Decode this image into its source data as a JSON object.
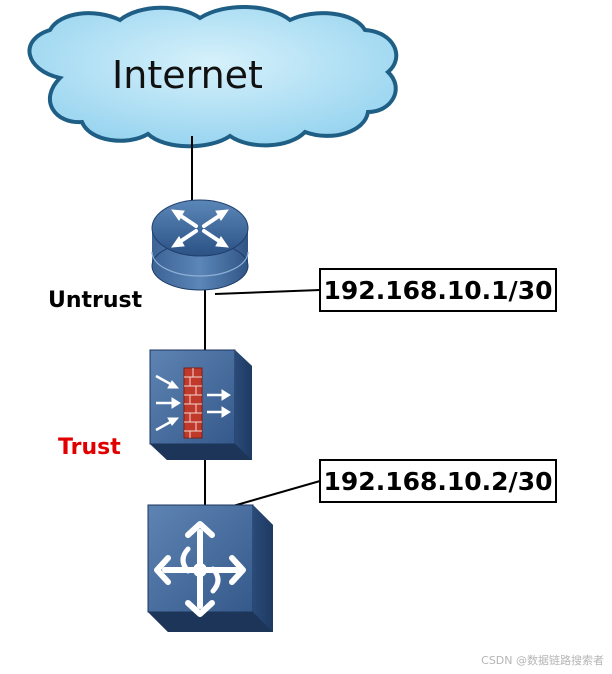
{
  "cloud": {
    "label": "Internet",
    "fill_color": "#a9ddf3",
    "stroke_color": "#1f5f86"
  },
  "router": {
    "icon": "router-icon"
  },
  "firewall": {
    "icon": "firewall-icon"
  },
  "switch": {
    "icon": "switch-icon"
  },
  "zones": {
    "untrust": {
      "label": "Untrust",
      "color": "#000000"
    },
    "trust": {
      "label": "Trust",
      "color": "#e00000"
    }
  },
  "interfaces": {
    "router_ip": "192.168.10.1/30",
    "firewall_ip": "192.168.10.2/30"
  },
  "watermark": "CSDN @数据链路搜索者"
}
